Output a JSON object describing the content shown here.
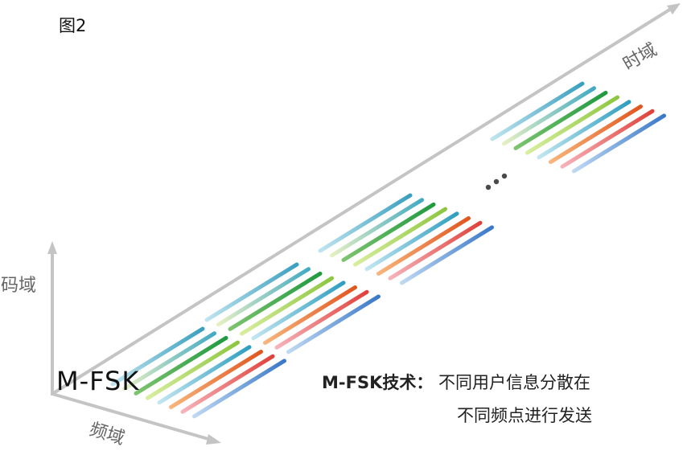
{
  "figure_label": "图2",
  "axes": {
    "time": "时域",
    "code": "码域",
    "frequency": "频域",
    "color": "#c4c4c4"
  },
  "scheme_label": "M-FSK",
  "description": {
    "title": "M-FSK技术：",
    "line1": "不同用户信息分散在",
    "line2": "不同频点进行发送"
  },
  "ellipsis_color": "#4a4a4a",
  "group_count": 4,
  "frequency_colors": [
    {
      "dark": "#3a9fc0",
      "light": "#bfe4ef"
    },
    {
      "dark": "#42aac4",
      "light": "#e6f0c2"
    },
    {
      "dark": "#1f9a3f",
      "light": "#7ec46e"
    },
    {
      "dark": "#8cc63f",
      "light": "#d8ee9e"
    },
    {
      "dark": "#2f9ec0",
      "light": "#c2e6f1"
    },
    {
      "dark": "#e0561f",
      "light": "#f8b57c"
    },
    {
      "dark": "#e0413a",
      "light": "#f6b3ba"
    },
    {
      "dark": "#3a78c8",
      "light": "#bfd9f3"
    }
  ]
}
